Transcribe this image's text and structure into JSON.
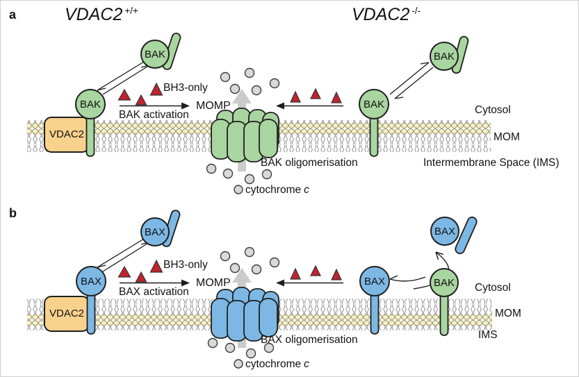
{
  "colors": {
    "bak_green": "#a9d5a0",
    "bax_blue": "#7db8e5",
    "vdac2_orange": "#f8d28d",
    "bh3_triangle_red": "#c0232e",
    "cytochrome_gray": "#d9d9d9",
    "momp_arrow_gray": "#cbcbcb",
    "membrane_head_yellow": "#f4efc6",
    "outline": "#1e1e1e"
  },
  "figure": {
    "panel_a": {
      "label": "a",
      "genotype_wt": {
        "gene": "VDAC2",
        "allele": "+/+"
      },
      "genotype_ko": {
        "gene": "VDAC2",
        "allele": "-/-"
      },
      "vdac2": "VDAC2",
      "bak": {
        "anchored_left": "BAK",
        "free_left": "BAK",
        "anchored_right": "BAK",
        "free_right": "BAK"
      },
      "bh3_only": "BH3-only",
      "activation": "BAK activation",
      "momp": "MOMP",
      "oligomerisation": "BAK oligomerisation",
      "cytochrome": "cytochrome",
      "cytochrome_c": "c",
      "cytosol": "Cytosol",
      "mom": "MOM",
      "ims": "Intermembrane Space (IMS)"
    },
    "panel_b": {
      "label": "b",
      "vdac2": "VDAC2",
      "bax": {
        "anchored_left": "BAX",
        "free_left": "BAX",
        "anchored_right": "BAX",
        "free_right": "BAX"
      },
      "bak_right": "BAK",
      "bh3_only": "BH3-only",
      "activation": "BAX activation",
      "momp": "MOMP",
      "oligomerisation": "BAX oligomerisation",
      "cytochrome": "cytochrome",
      "cytochrome_c": "c",
      "cytosol": "Cytosol",
      "mom": "MOM",
      "ims": "IMS"
    }
  }
}
